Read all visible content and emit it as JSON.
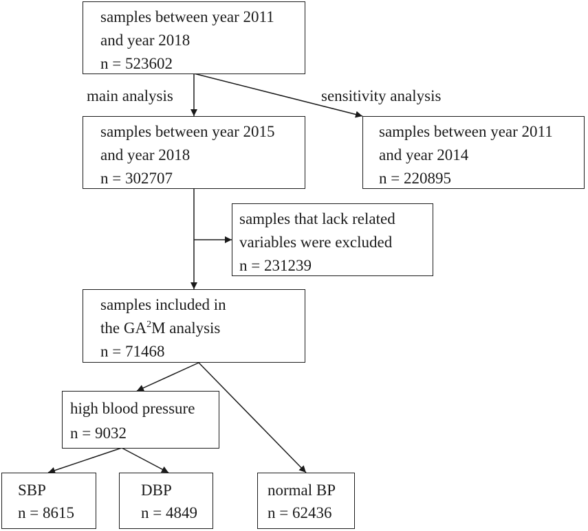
{
  "nodes": {
    "all_samples": {
      "line1": "samples between year 2011",
      "line2": "and year 2018",
      "count": "n = 523602"
    },
    "main_samples": {
      "line1": "samples between year 2015",
      "line2": "and year 2018",
      "count": "n = 302707"
    },
    "sensitivity_samples": {
      "line1": "samples between year 2011",
      "line2": "and year 2014",
      "count": "n = 220895"
    },
    "excluded_samples": {
      "line1": "samples that lack related",
      "line2": "variables were excluded",
      "count": "n = 231239"
    },
    "included_samples": {
      "line1": "samples included in",
      "line2_prefix": "the GA",
      "line2_sup": "2",
      "line2_suffix": "M analysis",
      "count": "n = 71468"
    },
    "high_bp": {
      "line1": "high blood pressure",
      "count": "n = 9032"
    },
    "sbp": {
      "line1": "SBP",
      "count": "n = 8615"
    },
    "dbp": {
      "line1": "DBP",
      "count": "n = 4849"
    },
    "normal_bp": {
      "line1": "normal BP",
      "count": "n = 62436"
    }
  },
  "edge_labels": {
    "main": "main analysis",
    "sensitivity": "sensitivity analysis"
  }
}
